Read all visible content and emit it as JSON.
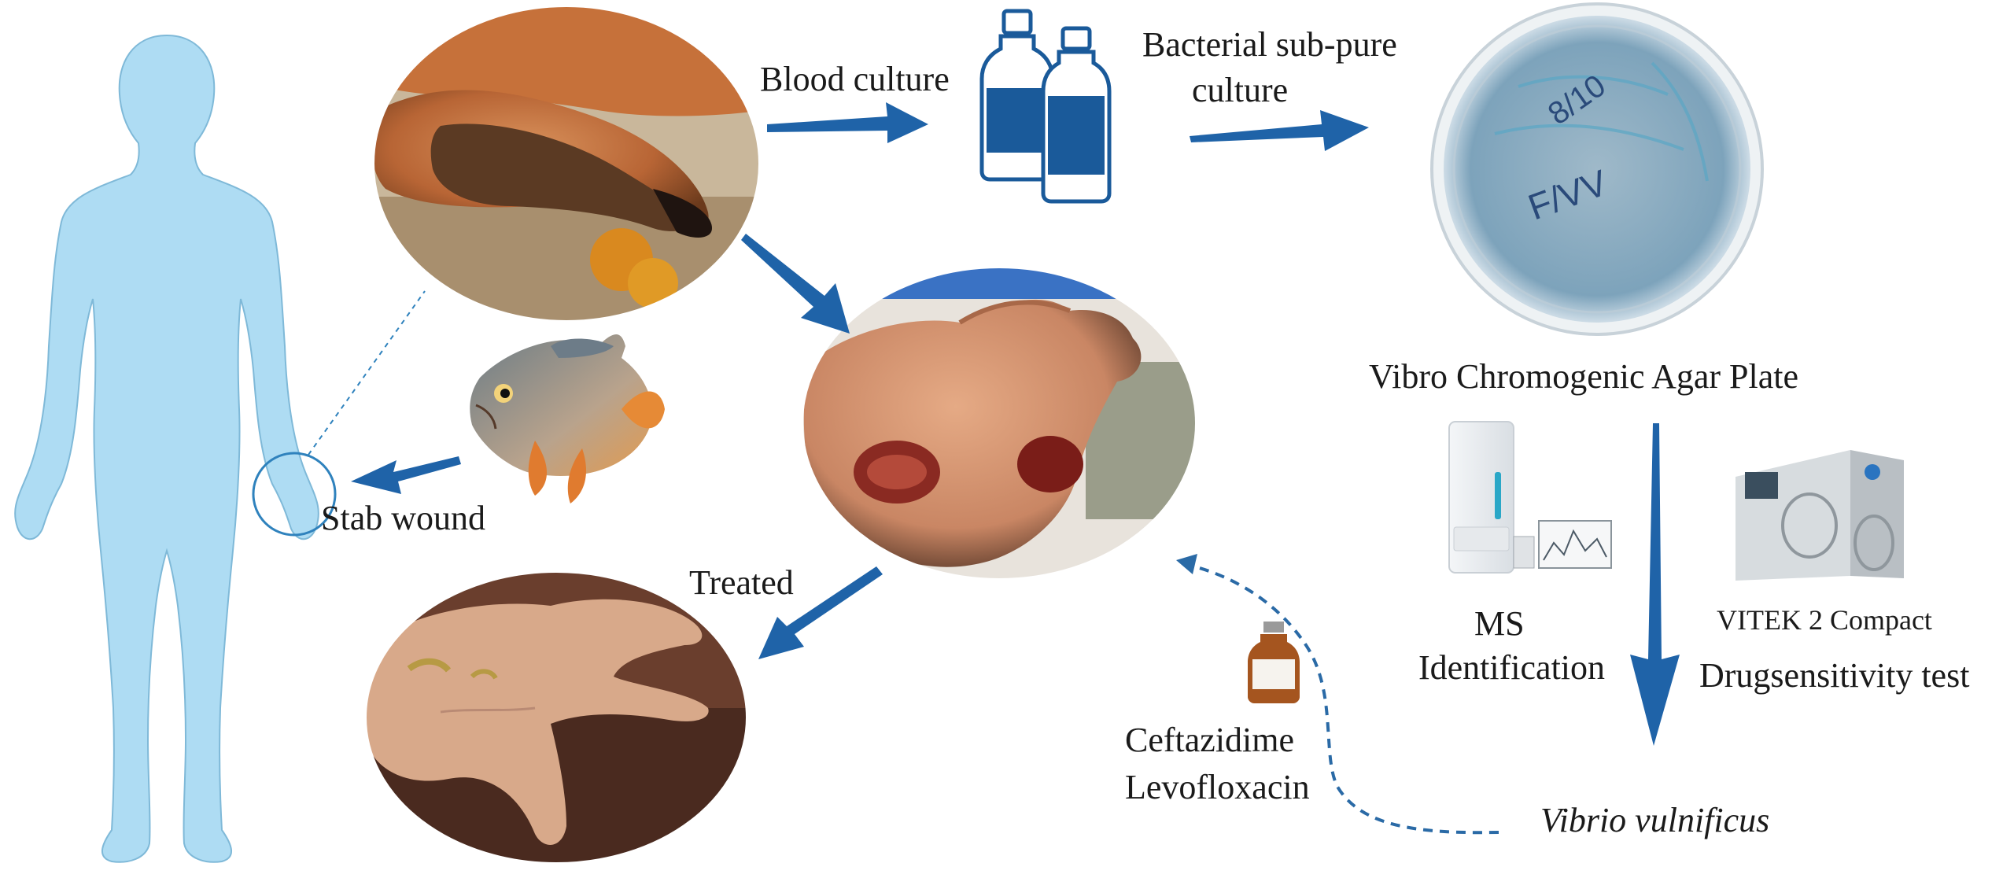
{
  "labels": {
    "blood_culture": "Blood culture",
    "bacterial_line1": "Bacterial sub-pure",
    "bacterial_line2": "culture",
    "agar_plate": "Vibro Chromogenic Agar Plate",
    "stab_wound": "Stab wound",
    "treated": "Treated",
    "ms_line1": "MS",
    "ms_line2": "Identification",
    "vitek": "VITEK 2 Compact",
    "drug_test": "Drugsensitivity test",
    "drug1": "Ceftazidime",
    "drug2": "Levofloxacin",
    "organism": "Vibrio vulnificus"
  },
  "colors": {
    "arrow": "#1f63a8",
    "body": "#aedcf3",
    "dashed": "#2a6aa6"
  },
  "icons": [
    "human-silhouette",
    "fish",
    "culture-bottles",
    "agar-plate",
    "ms-instrument",
    "vitek-instrument",
    "drug-vial"
  ]
}
